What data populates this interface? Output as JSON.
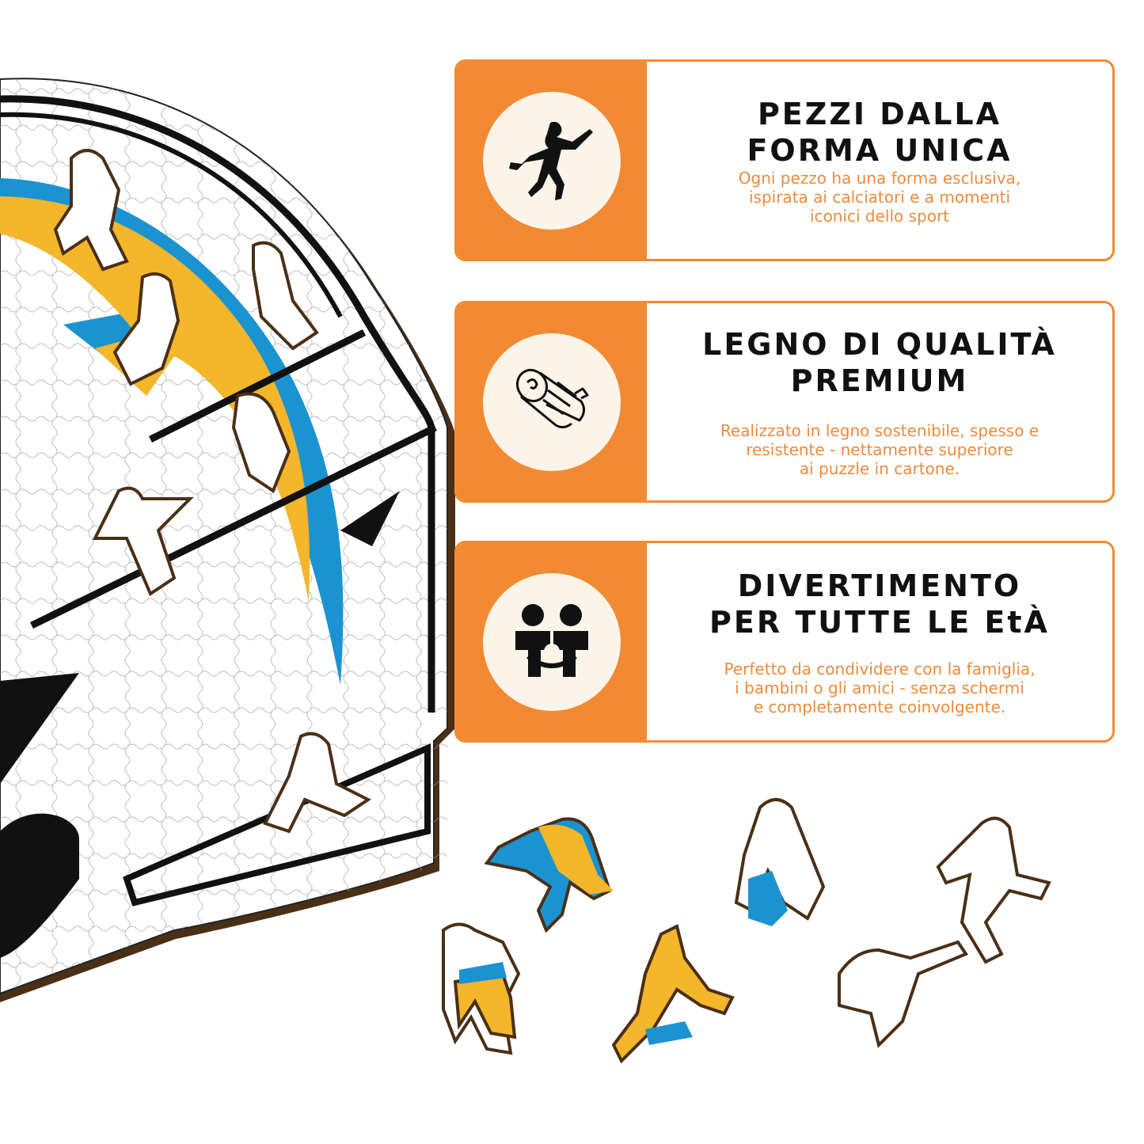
{
  "colors": {
    "accent": "#f28a33",
    "description_text": "#ee8a3c",
    "title_text": "#111111",
    "icon_bg": "#fcf4e8",
    "puzzle_yellow": "#f4b62a",
    "puzzle_blue": "#1c93d1",
    "wood_edge": "#4a2f17"
  },
  "features": [
    {
      "icon": "football-player-icon",
      "title": "PEZZI DALLA\nFORMA UNICA",
      "description": "Ogni pezzo ha una forma esclusiva,\nispirata ai calciatori e a momenti\niconici dello sport"
    },
    {
      "icon": "wood-log-icon",
      "title": "LEGNO DI QUALITÀ\nPREMIUM",
      "description": "Realizzato in legno sostenibile, spesso e\nresistente - nettamente superiore\nai puzzle in cartone."
    },
    {
      "icon": "two-children-icon",
      "title": "DIVERTIMENTO\nPER TUTTE LE EtÀ",
      "description": "Perfetto da condividere con la famiglia,\ni bambini o gli amici - senza schermi\ne completamente coinvolgente."
    }
  ]
}
